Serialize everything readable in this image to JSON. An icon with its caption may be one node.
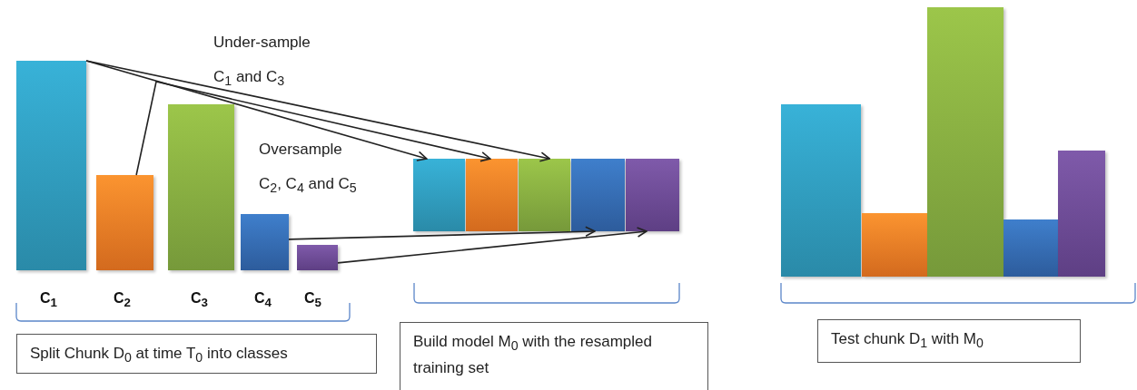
{
  "diagram": {
    "nodes": [
      {
        "text": [],
        "shape": "bar",
        "beside": [
          "C$_{1}$"
        ]
      },
      {
        "text": [],
        "shape": "bar",
        "beside": [
          "C$_{2}$"
        ]
      },
      {
        "text": [],
        "shape": "bar",
        "beside": [
          "C$_{3}$"
        ]
      },
      {
        "text": [],
        "shape": "bar",
        "beside": [
          "C$_{4}$"
        ]
      },
      {
        "text": [],
        "shape": "bar",
        "beside": [
          "C$_{5}$"
        ]
      },
      {
        "text": [],
        "shape": "bar"
      },
      {
        "text": [],
        "shape": "bar"
      },
      {
        "text": [],
        "shape": "bar"
      },
      {
        "text": [],
        "shape": "bar"
      },
      {
        "text": [],
        "shape": "bar"
      },
      {
        "text": [],
        "shape": "bar"
      },
      {
        "text": [],
        "shape": "bar"
      },
      {
        "text": [],
        "shape": "bar"
      },
      {
        "text": [],
        "shape": "bar"
      },
      {
        "text": [],
        "shape": "bar"
      },
      {
        "text": [
          "Split Chunk D$_{0}$ at time T$_{0}$ into classes"
        ]
      },
      {
        "text": [
          "Build model M$_{0}$ with the resampled training set"
        ]
      },
      {
        "text": [
          "Test chunk D$_{1}$ with M$_{0}$"
        ]
      }
    ],
    "edges": [
      {
        "from": 0,
        "to": 5,
        "arrow": "to"
      },
      {
        "from": 0,
        "to": 7,
        "arrow": "to"
      },
      {
        "from": 1,
        "to": 6,
        "arrow": "to"
      },
      {
        "from": 3,
        "to": 8,
        "arrow": "to"
      },
      {
        "from": 4,
        "to": 9,
        "arrow": "to"
      }
    ],
    "labels": [
      "Under-sample C$_{1}$ and C$_{3}$",
      "Oversample C$_{2}$, C$_{4}$ and C$_{5}$"
    ]
  }
}
